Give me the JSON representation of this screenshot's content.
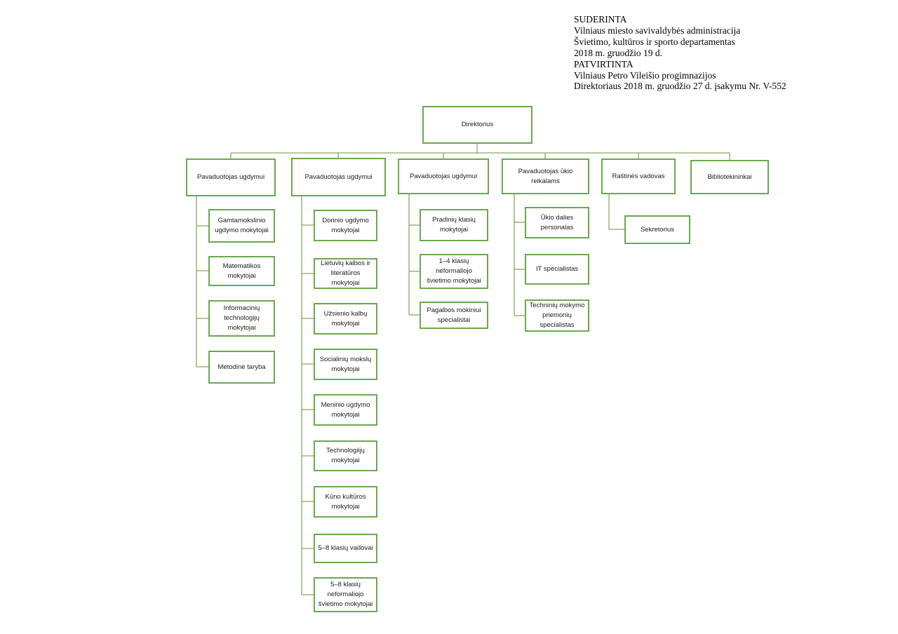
{
  "header": {
    "lines": [
      "SUDERINTA",
      "Vilniaus miesto savivaldybės administracija",
      "Švietimo, kultūros ir sporto departamentas",
      "2018 m. gruodžio 19 d.",
      "PATVIRTINTA",
      "Vilniaus Petro Vileišio progimnazijos",
      "Direktoriaus 2018 m. gruodžio 27 d. įsakymu Nr. V-552"
    ]
  },
  "org": {
    "root": {
      "label": "Direktorius"
    },
    "branches": [
      {
        "label": "Pavaduotojas ugdymui",
        "children": [
          {
            "label": "Gamtamokslinio ugdymo mokytojai"
          },
          {
            "label": "Matematikos mokytojai"
          },
          {
            "label": "Informacinių technologijų mokytojai"
          },
          {
            "label": "Metodinė taryba"
          }
        ]
      },
      {
        "label": "Pavaduotojas ugdymui",
        "children": [
          {
            "label": "Dorinio ugdymo mokytojai"
          },
          {
            "label": "Lietuvių kalbos ir literatūros mokytojai"
          },
          {
            "label": "Užsienio kalbų mokytojai"
          },
          {
            "label": "Socialinių mokslų mokytojai"
          },
          {
            "label": "Meninio ugdymo mokytojai"
          },
          {
            "label": "Technologiijų mokytojai"
          },
          {
            "label": "Kūno kultūros mokytojai"
          },
          {
            "label": "5–8 klasių vadovai"
          },
          {
            "label": "5–8 klasių neformaliojo švietimo mokytojai"
          }
        ]
      },
      {
        "label": "Pavaduotojas ugdymui",
        "children": [
          {
            "label": "Pradinių klasių mokytojai"
          },
          {
            "label": "1–4 klasių neformaliojo švietimo mokytojai"
          },
          {
            "label": "Pagalbos mokiniui specialistai"
          }
        ]
      },
      {
        "label": "Pavaduotojas ūkio reikalams",
        "children": [
          {
            "label": "Ūkio dalies personalas"
          },
          {
            "label": "IT specialistas"
          },
          {
            "label": "Techninių mokymo priemonių specialistas"
          }
        ]
      },
      {
        "label": "Raštinės vadovas",
        "children": [
          {
            "label": "Sekretorius"
          }
        ]
      },
      {
        "label": "Bibliotekininkai",
        "children": []
      }
    ]
  },
  "colors": {
    "box_border": "#6aa84f",
    "connector": "#8aa95e",
    "text": "#1a1a1a"
  }
}
